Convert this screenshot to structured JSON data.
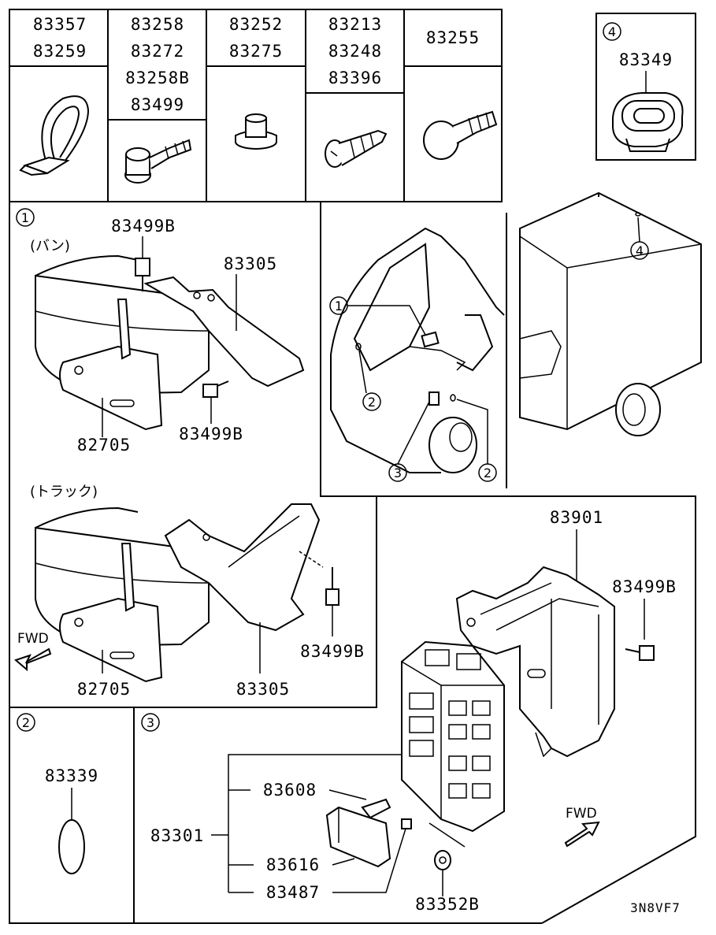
{
  "table": {
    "col1": [
      "83357",
      "83259"
    ],
    "col2": [
      "83258",
      "83272",
      "83258B",
      "83499"
    ],
    "col3": [
      "83252",
      "83275"
    ],
    "col4": [
      "83213",
      "83248",
      "83396"
    ],
    "col5": [
      "83255"
    ]
  },
  "panel4": {
    "badge": "4",
    "part": "83349"
  },
  "panel1": {
    "badge": "1",
    "van_label": "(バン)",
    "truck_label": "(トラック)",
    "van_parts": [
      "83499B",
      "83305",
      "82705",
      "83499B"
    ],
    "truck_parts": [
      "83499B",
      "82705",
      "83305"
    ],
    "fwd": "FWD"
  },
  "vehicle_view": {
    "callouts": [
      "1",
      "2",
      "2",
      "3",
      "4"
    ]
  },
  "panel2": {
    "badge": "2",
    "part": "83339"
  },
  "panel3": {
    "badge": "3",
    "parts": [
      "83901",
      "83499B",
      "83608",
      "83301",
      "83616",
      "83487",
      "83352B"
    ],
    "fwd": "FWD"
  },
  "footer": {
    "code": "3N8VF7"
  }
}
